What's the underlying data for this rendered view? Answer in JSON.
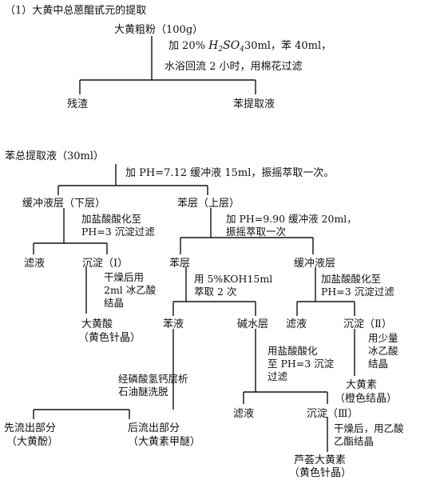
{
  "part1": {
    "heading": "（1）大黄中总蒽醌甙元的提取",
    "start": "大黄粗粉（100g）",
    "step_prefix": "加 20%",
    "formula_main": "H",
    "formula_sub1": "2",
    "formula_mid": "SO",
    "formula_sub2": "4",
    "step_suffix": "30ml，苯 40ml，",
    "step_line2": "水浴回流 2 小时，用棉花过滤",
    "residue": "残渣",
    "extract": "苯提取液"
  },
  "part2": {
    "start": "苯总提取液（30ml）",
    "step1": "加 PH=7.12 缓冲液 15ml，振摇萃取一次。",
    "buffer_lower": "缓冲液层（下层）",
    "benzene_upper": "苯层（上层）",
    "acidify1": "加盐酸酸化至\nPH=3 沉淀过滤",
    "step2": "加 PH=9.90 缓冲液 20ml，\n振摇萃取一次",
    "filtrate1": "滤液",
    "precip1": "沉淀（Ⅰ）",
    "precip1_note": "干燥后用\n2ml 冰乙酸\n结晶",
    "product1": "大黄酸",
    "product1_desc": "（黄色针晶）",
    "benzene_layer2": "苯层",
    "buffer_layer2": "缓冲液层",
    "koh_step": "用 5%KOH15ml\n萃取 2 次",
    "acidify2": "加盐酸酸化至\nPH=3 沉淀过滤",
    "benzene_solution": "苯液",
    "alkali_layer": "碱水层",
    "filtrate2": "滤液",
    "precip2": "沉淀（Ⅱ）",
    "precip2_note": "用少量\n冰乙酸\n结晶",
    "product2": "大黄素",
    "product2_desc": "（橙色结晶）",
    "acidify3": "用盐酸酸化\n至 PH=3 沉淀\n过滤",
    "column_step": "经磷酸氢钙层析\n石油醚洗脱",
    "filtrate3": "滤液",
    "precip3": "沉淀（Ⅲ）",
    "precip3_note": "干燥后，用乙酸\n乙酯结晶",
    "first_elute": "先流出部分",
    "first_elute_name": "（大黄酚）",
    "later_elute": "后流出部分",
    "later_elute_name": "（大黄素甲醚）",
    "product3": "芦荟大黄素",
    "product3_desc": "（黄色针晶）"
  }
}
